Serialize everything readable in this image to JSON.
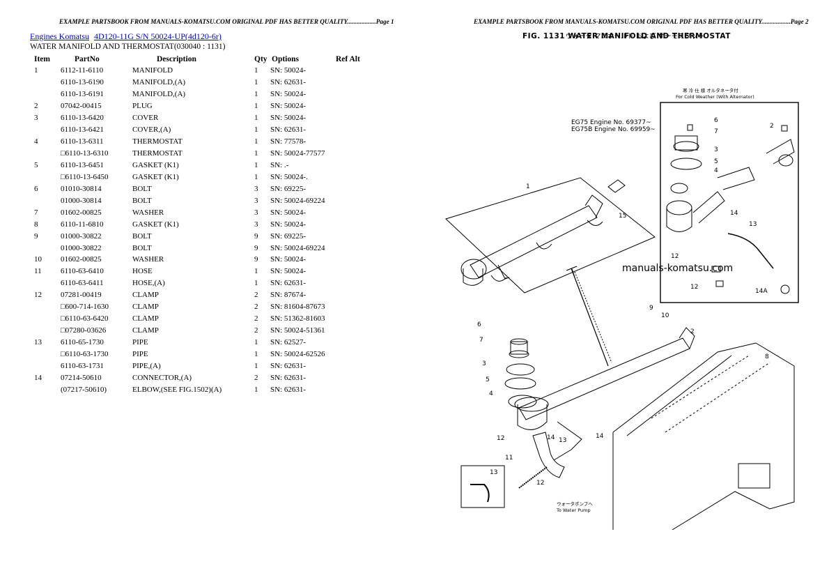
{
  "headers": {
    "left": "EXAMPLE PARTSBOOK FROM MANUALS-KOMATSU.COM ORIGINAL PDF HAS BETTER QUALITY..................Page 1",
    "right": "EXAMPLE PARTSBOOK FROM MANUALS-KOMATSU.COM ORIGINAL PDF HAS BETTER QUALITY..................Page 2"
  },
  "breadcrumb": {
    "engines": "Engines Komatsu",
    "model": "4D120-11G S/N  50024-UP(4d120-6r)"
  },
  "subtitle": "WATER MANIFOLD AND THERMOSTAT(030040 : 1131)",
  "table": {
    "headers": [
      "Item",
      "PartNo",
      "Description",
      "Qty",
      "Options",
      "Ref Alt"
    ],
    "rows": [
      [
        "1",
        "6112-11-6110",
        "MANIFOLD",
        "1",
        "SN: 50024-"
      ],
      [
        "",
        "6110-13-6190",
        "MANIFOLD,(A)",
        "1",
        "SN: 62631-"
      ],
      [
        "",
        "6110-13-6191",
        "MANIFOLD,(A)",
        "1",
        "SN: 50024-"
      ],
      [
        "2",
        "07042-00415",
        "PLUG",
        "1",
        "SN: 50024-"
      ],
      [
        "3",
        "6110-13-6420",
        "COVER",
        "1",
        "SN: 50024-"
      ],
      [
        "",
        "6110-13-6421",
        "COVER,(A)",
        "1",
        "SN: 62631-"
      ],
      [
        "4",
        "6110-13-6311",
        "THERMOSTAT",
        "1",
        "SN: 77578-"
      ],
      [
        "",
        "□6110-13-6310",
        "THERMOSTAT",
        "1",
        "SN: 50024-77577"
      ],
      [
        "5",
        "6110-13-6451",
        "GASKET (K1)",
        "1",
        "SN: .-"
      ],
      [
        "",
        "□6110-13-6450",
        "GASKET (K1)",
        "1",
        "SN: 50024-."
      ],
      [
        "6",
        "01010-30814",
        "BOLT",
        "3",
        "SN: 69225-"
      ],
      [
        "",
        "01000-30814",
        "BOLT",
        "3",
        "SN: 50024-69224"
      ],
      [
        "7",
        "01602-00825",
        "WASHER",
        "3",
        "SN: 50024-"
      ],
      [
        "8",
        "6110-11-6810",
        "GASKET (K1)",
        "3",
        "SN: 50024-"
      ],
      [
        "9",
        "01000-30822",
        "BOLT",
        "9",
        "SN: 69225-"
      ],
      [
        "",
        "01000-30822",
        "BOLT",
        "9",
        "SN: 50024-69224"
      ],
      [
        "10",
        "01602-00825",
        "WASHER",
        "9",
        "SN: 50024-"
      ],
      [
        "11",
        "6110-63-6410",
        "HOSE",
        "1",
        "SN: 50024-"
      ],
      [
        "",
        "6110-63-6411",
        "HOSE,(A)",
        "1",
        "SN: 62631-"
      ],
      [
        "12",
        "07281-00419",
        "CLAMP",
        "2",
        "SN: 87674-"
      ],
      [
        "",
        "□600-714-1630",
        "CLAMP",
        "2",
        "SN: 81604-87673"
      ],
      [
        "",
        "□6110-63-6420",
        "CLAMP",
        "2",
        "SN: 51362-81603"
      ],
      [
        "",
        "□07280-03626",
        "CLAMP",
        "2",
        "SN: 50024-51361"
      ],
      [
        "13",
        "6110-65-1730",
        "PIPE",
        "1",
        "SN: 62527-"
      ],
      [
        "",
        "□6110-63-1730",
        "PIPE",
        "1",
        "SN: 50024-62526"
      ],
      [
        "",
        "6110-63-1731",
        "PIPE,(A)",
        "1",
        "SN: 62631-"
      ],
      [
        "14",
        "07214-50610",
        "CONNECTOR,(A)",
        "2",
        "SN: 62631-"
      ],
      [
        "",
        "(07217-50610)",
        "ELBOW,(SEE FIG.1502)(A)",
        "1",
        "SN: 62631-"
      ]
    ]
  },
  "figure": {
    "jp_title": "ウォータ マニホールド および サーモスタット",
    "title": "FIG. 1131  WATER  MANIFOLD  AND  THERMOSTAT",
    "watermark": "manuals-komatsu.com",
    "cold_weather_jp": "寒 冷 仕 様      オルタネータ付",
    "cold_weather": "For Cold Weather   (With Alternator)",
    "engine_note_1": "EG75   Engine No. 69377~",
    "engine_note_2": "EG75B  Engine No. 69959~",
    "water_pump_jp": "ウォータポンプへ",
    "water_pump": "To Water Pump",
    "callouts": [
      "1",
      "2",
      "3",
      "4",
      "5",
      "6",
      "7",
      "8",
      "9",
      "10",
      "11",
      "12",
      "13",
      "14",
      "14A",
      "15"
    ]
  }
}
